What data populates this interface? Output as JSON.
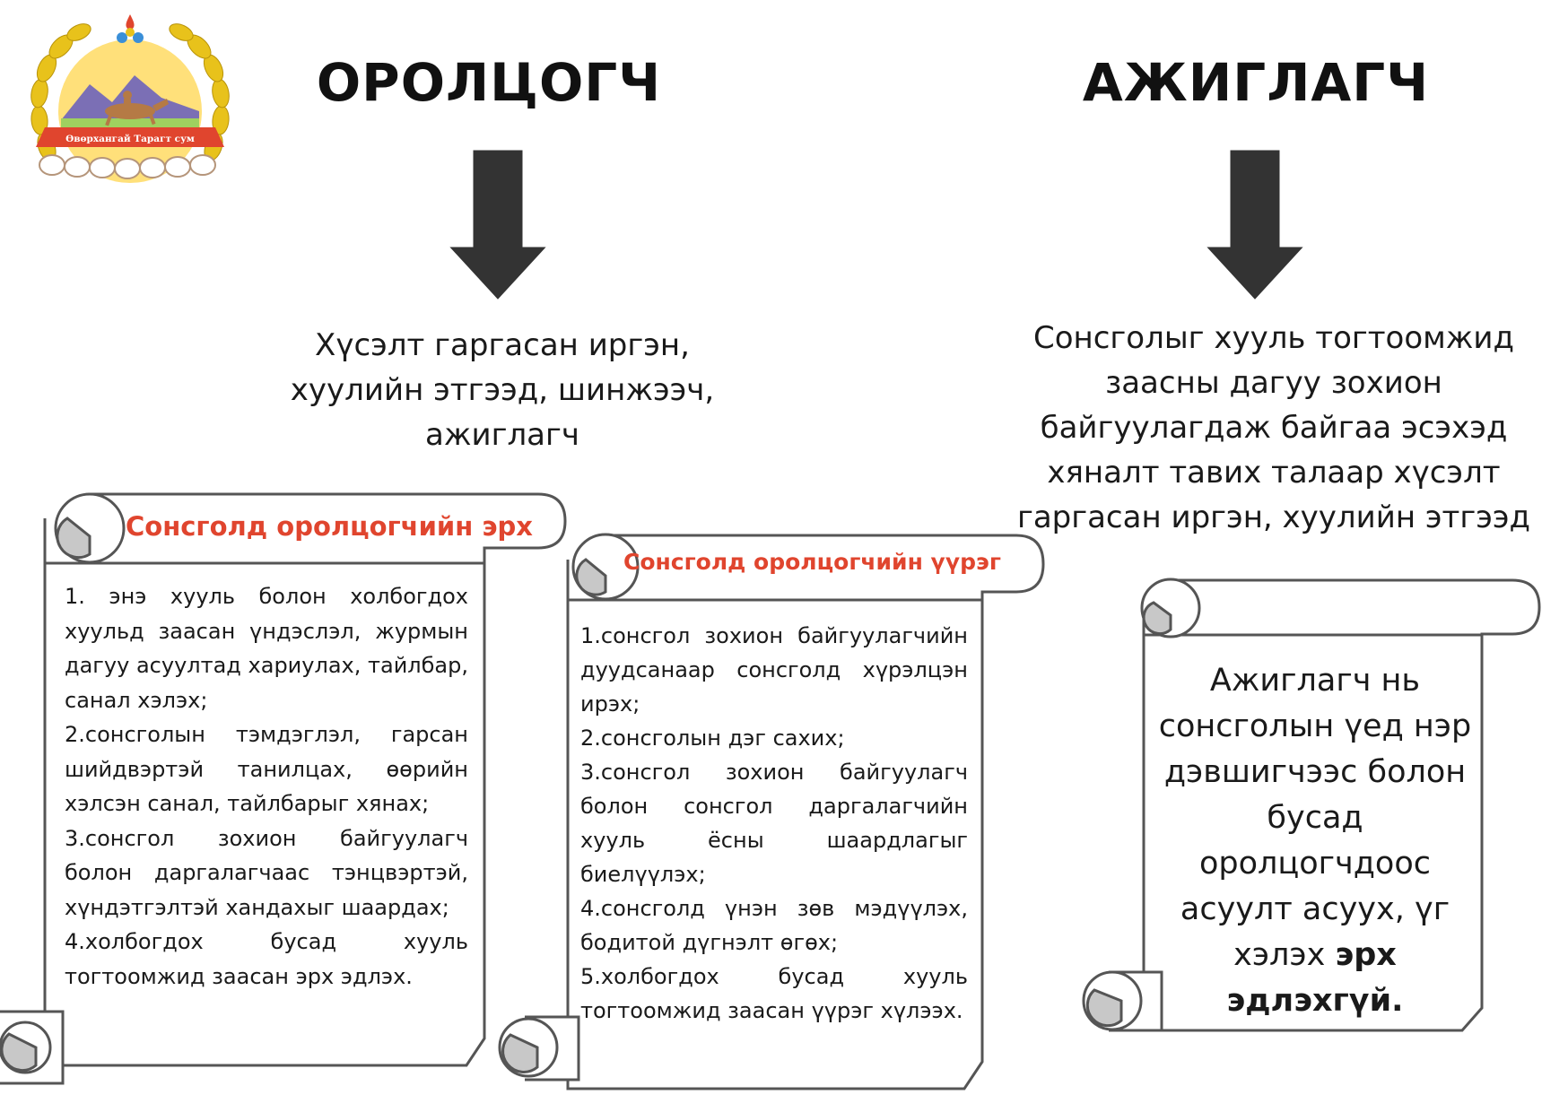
{
  "logo": {
    "caption": "Өвөрхангай Тарагт сум"
  },
  "columns": {
    "left": {
      "heading": "ОРОЛЦОГЧ",
      "description_lines": [
        "Хүсэлт гаргасан иргэн,",
        "хуулийн этгээд, шинжээч,",
        "ажиглагч"
      ]
    },
    "right": {
      "heading": "АЖИГЛАГЧ",
      "description_lines": [
        "Сонсголыг хууль тогтоомжид",
        "заасны дагуу зохион",
        "байгуулагдаж байгаа эсэхэд",
        "хяналт тавих талаар хүсэлт",
        "гаргасан иргэн, хуулийн этгээд"
      ]
    }
  },
  "scrolls": {
    "rights": {
      "title": "Сонсголд оролцогчийн эрх",
      "items": [
        "1. энэ хууль болон холбогдох хуульд заасан үндэслэл, журмын дагуу асуултад хариулах, тайлбар, санал хэлэх;",
        "2.сонсголын тэмдэглэл, гарсан шийдвэртэй танилцах, өөрийн хэлсэн санал, тайлбарыг хянах;",
        "3.сонсгол зохион байгуулагч болон даргалагчаас тэнцвэртэй, хүндэтгэлтэй хандахыг шаардах;",
        "4.холбогдох бусад хууль тогтоомжид заасан эрх эдлэх."
      ]
    },
    "duties": {
      "title": "Сонсголд оролцогчийн үүрэг",
      "items": [
        "1.сонсгол зохион байгуулагчийн дуудсанаар сонсголд хүрэлцэн ирэх;",
        "2.сонсголын дэг сахих;",
        "3.сонсгол зохион байгуулагч болон сонсгол даргалагчийн хууль ёсны шаардлагыг биелүүлэх;",
        "4.сонсголд үнэн зөв мэдүүлэх, бодитой дүгнэлт өгөх;",
        "5.холбогдох бусад хууль тогтоомжид заасан үүрэг хүлээх."
      ]
    },
    "observer": {
      "text_normal": "Ажиглагч нь сонсголын үед нэр дэвшигчээс болон бусад оролцогчдоос асуулт асуух, үг хэлэх ",
      "text_bold": "эрх эдлэхгүй."
    }
  },
  "colors": {
    "title_accent": "#e0452e",
    "arrow": "#333333",
    "scroll_curl": "#c8c8c8",
    "scroll_outline": "#555555"
  }
}
